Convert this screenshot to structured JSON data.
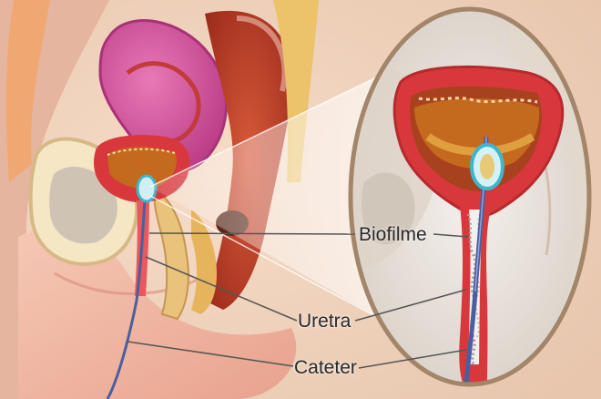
{
  "labels": {
    "biofilm": "Biofilme",
    "urethra": "Uretra",
    "catheter": "Cateter"
  },
  "colors": {
    "background": "#e8cdb8",
    "skin": "#f2c7b6",
    "bladder_wall": "#d8383c",
    "bladder_lumen": "#c46a1e",
    "catheter": "#4a5fa0",
    "balloon_ring": "#3fb6c9",
    "magnifier_border": "#a3856a",
    "leader_line": "#555555"
  }
}
